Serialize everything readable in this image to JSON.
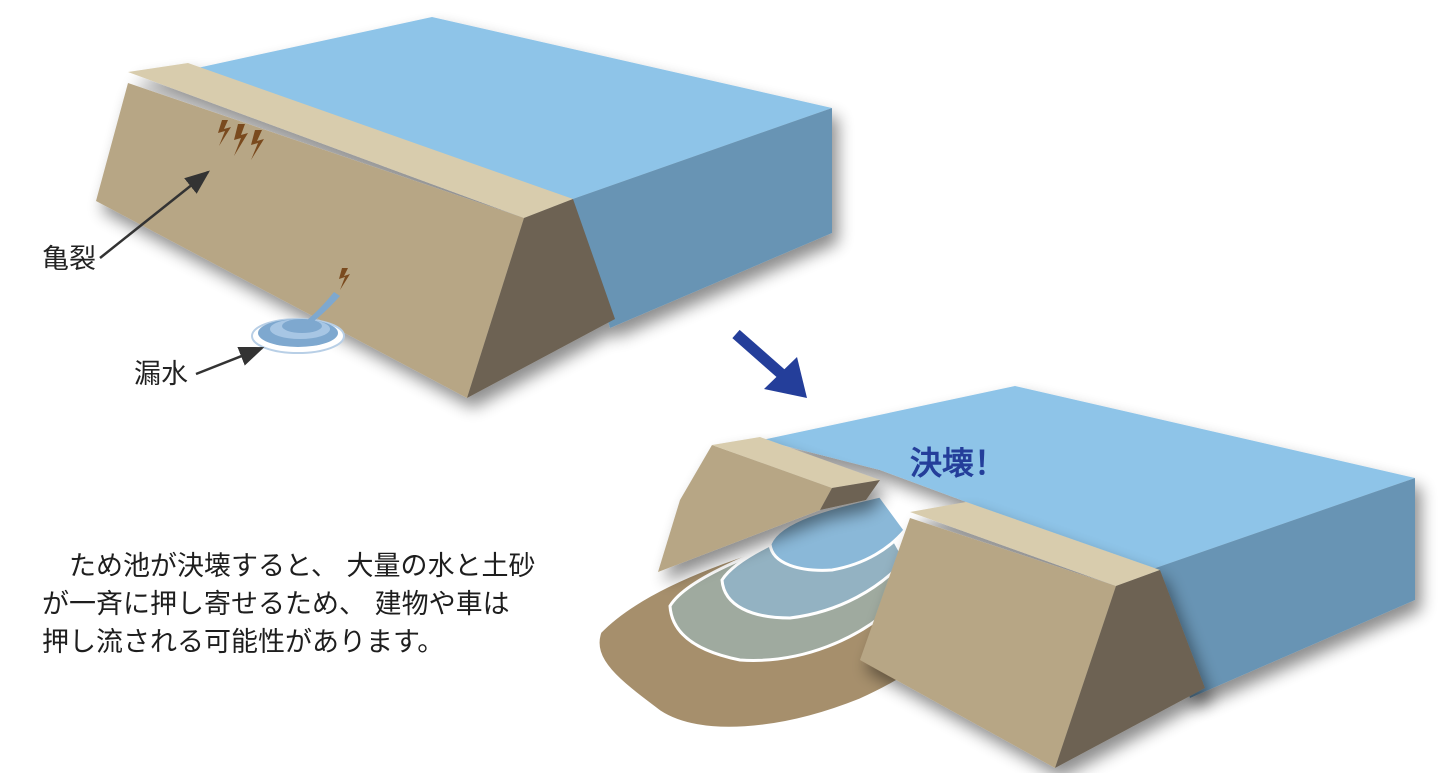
{
  "labels": {
    "crack": "亀裂",
    "leak": "漏水",
    "burst": "決壊！"
  },
  "description": {
    "lines": [
      "　ため池が決壊すると、 大量の水と土砂",
      "が一斉に押し寄せるため、 建物や車は",
      "押し流される可能性があります。"
    ]
  },
  "colors": {
    "water_top": "#8ec4e8",
    "water_side": "#6794b4",
    "embankment_top": "#d8ccad",
    "embankment_slope": "#b7a685",
    "embankment_end": "#6d6252",
    "crack": "#7a4a1e",
    "leak_water": "#7ea8cf",
    "flood_mud": "#a68f6c",
    "arrow": "#243e9a",
    "burst_text": "#243e9a"
  }
}
